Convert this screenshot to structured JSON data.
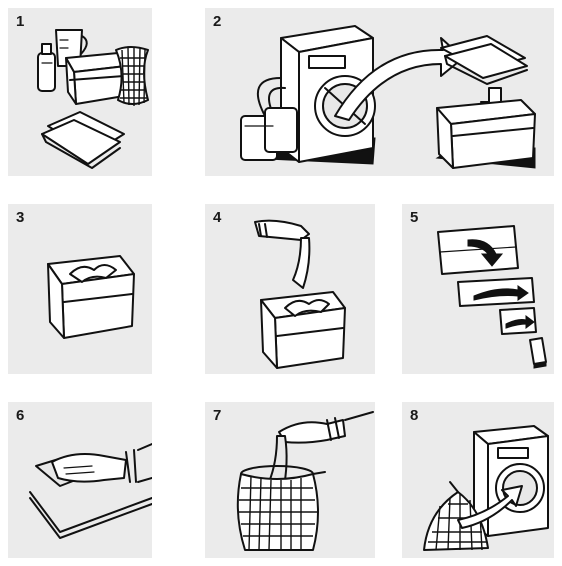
{
  "steps": [
    {
      "number": "1"
    },
    {
      "number": "2"
    },
    {
      "number": "3"
    },
    {
      "number": "4"
    },
    {
      "number": "5"
    },
    {
      "number": "6"
    },
    {
      "number": "7"
    },
    {
      "number": "8"
    }
  ]
}
